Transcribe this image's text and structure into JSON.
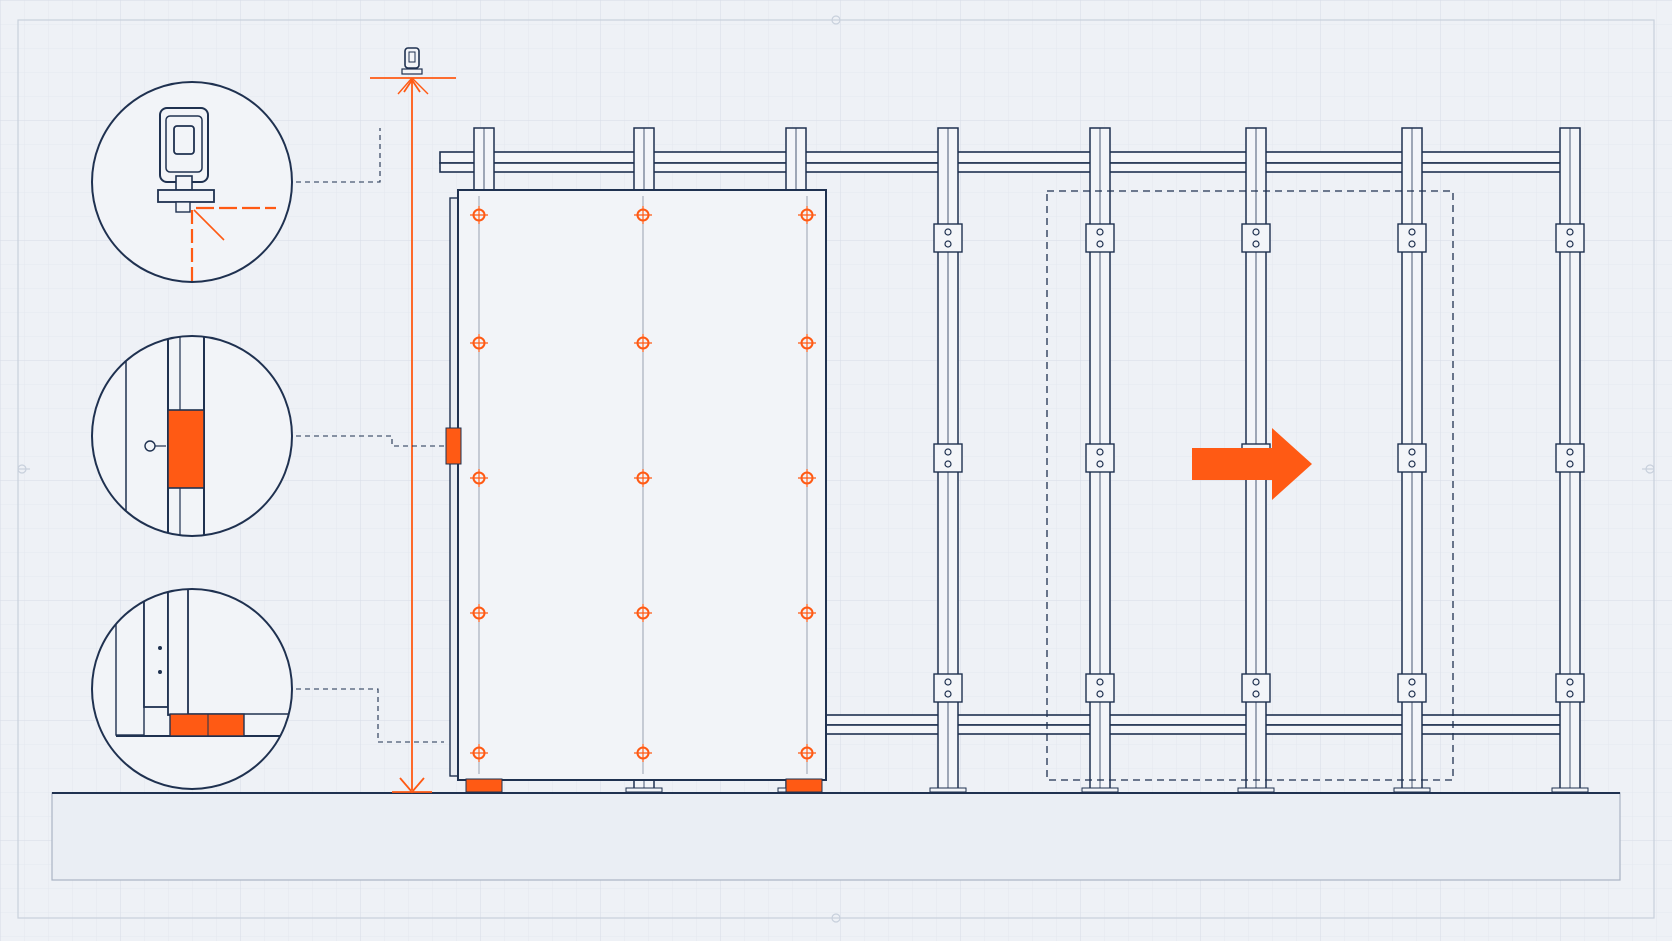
{
  "colors": {
    "background": "#eef1f6",
    "grid": "#dde3ec",
    "frame": "#c8d0dc",
    "stroke": "#1f3150",
    "accent": "#ff5a14",
    "guide": "#8592a8"
  },
  "figure": {
    "kind": "drywall panel installation schematic",
    "labels": []
  },
  "elements": {
    "laser_level": {
      "icon": "laser-level-icon"
    },
    "height_dimension": {
      "icon": "dimension-arrow"
    },
    "installed_panel": {
      "screw_marks": 15,
      "spacer_blocks": 2
    },
    "stud_frame": {
      "studs": 8,
      "rails": 2
    },
    "next_panel_outline": {
      "style": "dashed"
    },
    "direction_arrow": {
      "icon": "arrow-right-icon",
      "direction": "right"
    },
    "detail_callouts": [
      {
        "name": "laser-level-detail",
        "icon": "laser-level-icon"
      },
      {
        "name": "edge-spacer-detail",
        "icon": "spacer-block-icon"
      },
      {
        "name": "floor-shim-detail",
        "icon": "shim-block-icon"
      }
    ]
  }
}
